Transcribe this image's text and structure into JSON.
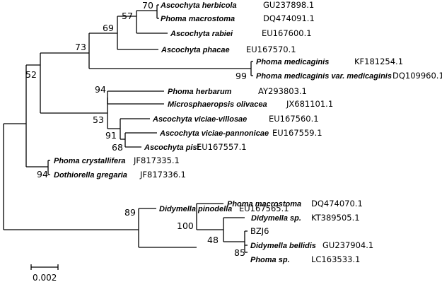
{
  "taxa": {
    "t1": {
      "species": "Ascochyta herbicola",
      "accession": "GU237898.1"
    },
    "t2": {
      "species": "Phoma macrostoma",
      "accession": "DQ474091.1"
    },
    "t3": {
      "species": "Ascochyta rabiei",
      "accession": "EU167600.1"
    },
    "t4": {
      "species": "Ascochyta phacae",
      "accession": "EU167570.1"
    },
    "t5": {
      "species": "Phoma medicaginis",
      "accession": "KF181254.1"
    },
    "t6": {
      "species": "Phoma medicaginis var. medicaginis",
      "accession": "DQ109960.1"
    },
    "t7": {
      "species": "Phoma herbarum",
      "accession": "AY293803.1"
    },
    "t8": {
      "species": "Microsphaeropsis olivacea",
      "accession": "JX681101.1"
    },
    "t9": {
      "species": "Ascochyta viciae-villosae",
      "accession": "EU167560.1"
    },
    "t10": {
      "species": "Ascochyta viciae-pannonicae",
      "accession": "EU167559.1"
    },
    "t11": {
      "species": "Ascochyta pisi",
      "accession": "EU167557.1"
    },
    "t12": {
      "species": "Phoma crystallifera",
      "accession": "JF817335.1"
    },
    "t13": {
      "species": "Dothiorella gregaria",
      "accession": "JF817336.1"
    },
    "t14": {
      "species": "Didymella pinodella",
      "accession": "EU167565.1"
    },
    "t15": {
      "species": "Phoma macrostoma",
      "accession": "DQ474070.1"
    },
    "t16": {
      "species": "Didymella sp.",
      "accession": "KT389505.1"
    },
    "t17": {
      "query": "BZJ6"
    },
    "t18": {
      "species": "Didymella bellidis",
      "accession": "GU237904.1"
    },
    "t19": {
      "species": "Phoma sp.",
      "accession": "LC163533.1"
    }
  },
  "bootstrap": {
    "b70": "70",
    "b57": "57",
    "b69": "69",
    "b73": "73",
    "b99": "99",
    "b52": "52",
    "b94a": "94",
    "b53": "53",
    "b91": "91",
    "b68": "68",
    "b94b": "94",
    "b89": "89",
    "b100": "100",
    "b48": "48",
    "b85": "85"
  },
  "scale_bar": {
    "label": "0.002"
  }
}
